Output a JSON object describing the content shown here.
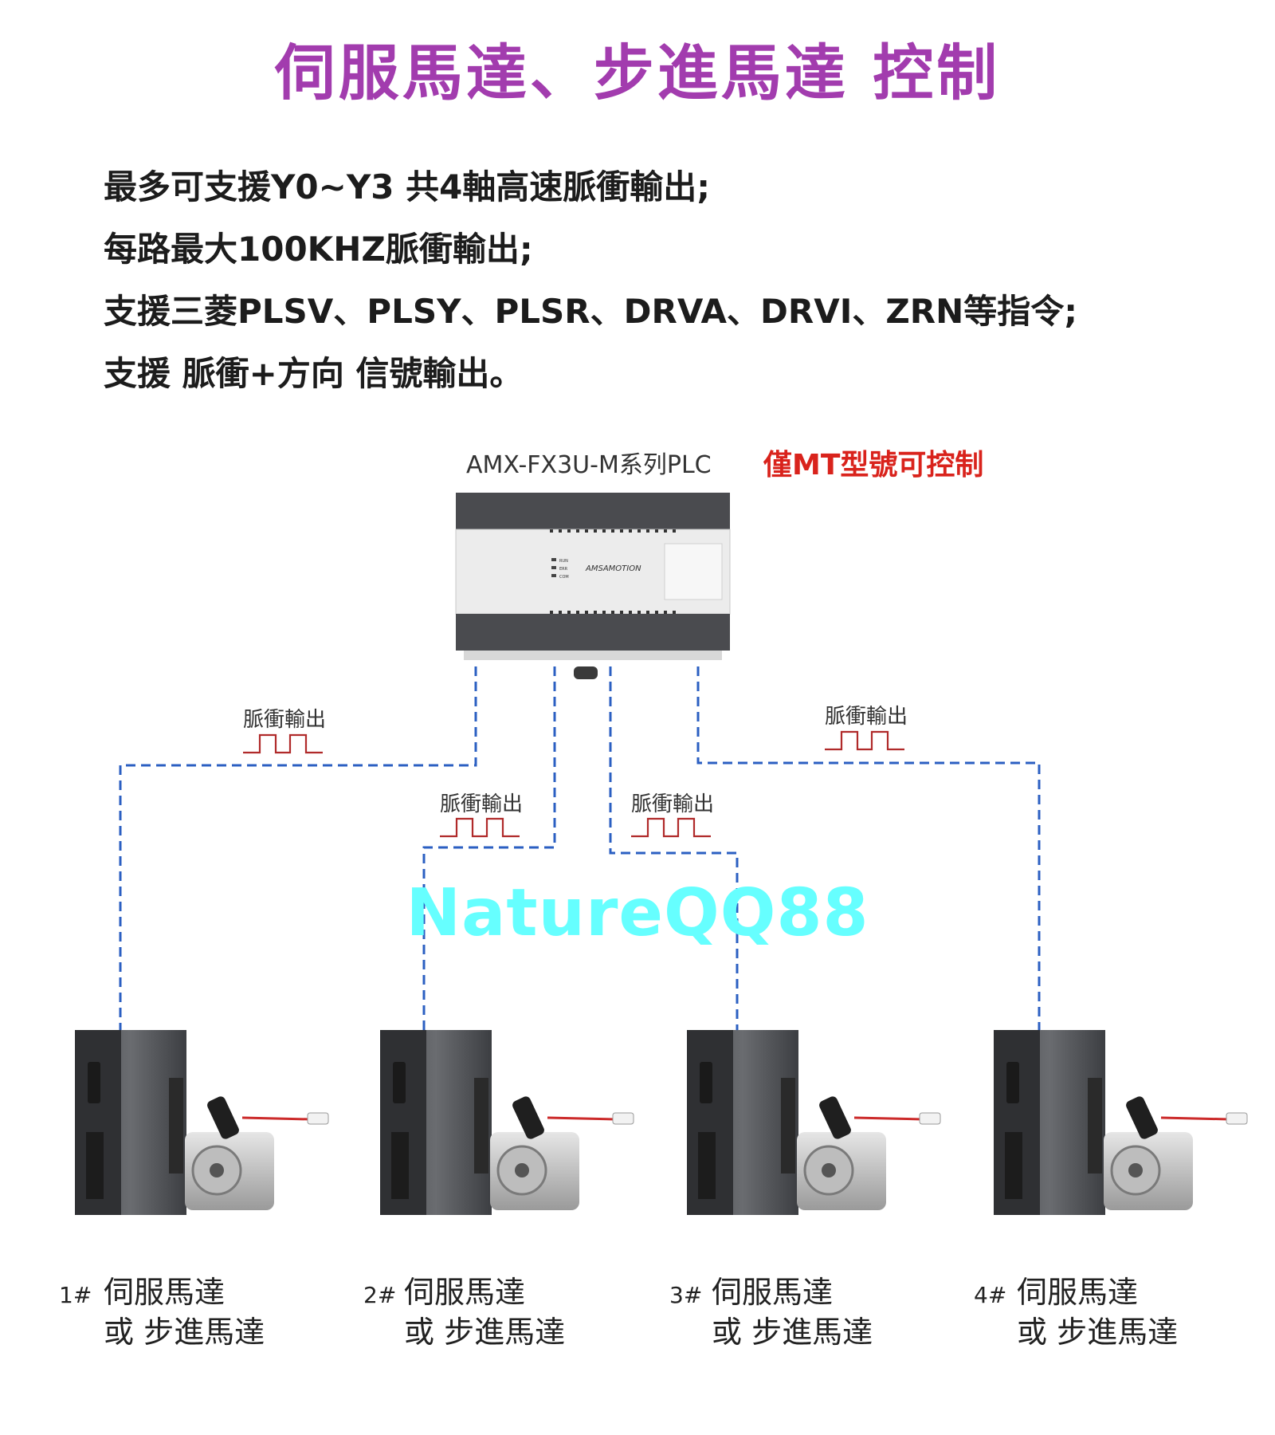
{
  "title": "伺服馬達、步進馬達 控制",
  "features": [
    "最多可支援Y0~Y3 共4軸高速脈衝輸出;",
    "每路最大100KHZ脈衝輸出;",
    "支援三菱PLSV、PLSY、PLSR、DRVA、DRVI、ZRN等指令;",
    "支援 脈衝+方向 信號輸出。"
  ],
  "plc": {
    "label": "AMX-FX3U-M系列PLC",
    "note": "僅MT型號可控制",
    "brand": "AMSAMOTION",
    "leds": [
      "RUN",
      "ERR",
      "COM"
    ]
  },
  "pulse_labels": [
    "脈衝輸出",
    "脈衝輸出",
    "脈衝輸出",
    "脈衝輸出"
  ],
  "watermark": "NatureQQ88",
  "motors": [
    {
      "num": "1#",
      "line1": "伺服馬達",
      "line2": "或 步進馬達"
    },
    {
      "num": "2#",
      "line1": "伺服馬達",
      "line2": "或 步進馬達"
    },
    {
      "num": "3#",
      "line1": "伺服馬達",
      "line2": "或 步進馬達"
    },
    {
      "num": "4#",
      "line1": "伺服馬達",
      "line2": "或 步進馬達"
    }
  ],
  "colors": {
    "title": "#a23cae",
    "note": "#d9231c",
    "line": "#2b5fc2",
    "watermark": "#66ffff"
  }
}
